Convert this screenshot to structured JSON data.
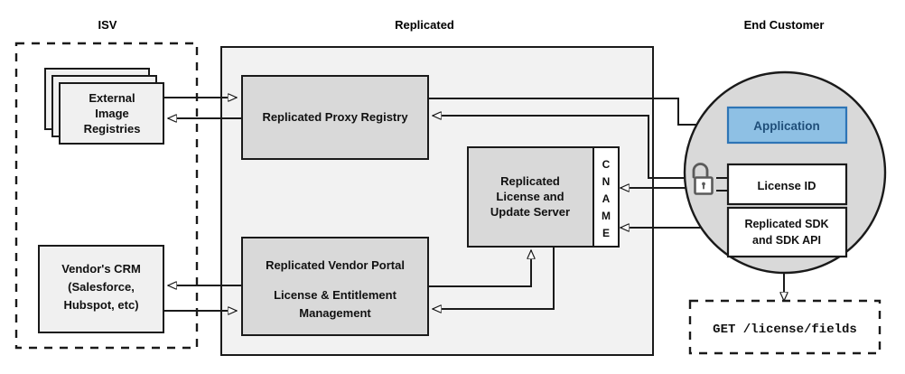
{
  "colors": {
    "panel_fill": "#f2f2f2",
    "box_fill": "#d9d9d9",
    "light_box_fill": "#f0f0f0",
    "white_fill": "#ffffff",
    "circle_fill": "#d9d9d9",
    "app_fill": "#8ec0e4",
    "app_stroke": "#2E75B6",
    "app_text": "#1F4E79",
    "line": "#1a1a1a",
    "lock": "#5a5a5a"
  },
  "zones": {
    "isv": {
      "title": "ISV"
    },
    "replicated": {
      "title": "Replicated"
    },
    "end_customer": {
      "title": "End Customer"
    }
  },
  "nodes": {
    "external_registries": {
      "lines": [
        "External",
        "Image",
        "Registries"
      ]
    },
    "vendor_crm": {
      "lines": [
        "Vendor's CRM",
        "(Salesforce,",
        "Hubspot, etc)"
      ]
    },
    "proxy_registry": {
      "lines": [
        "Replicated Proxy Registry"
      ]
    },
    "license_server": {
      "lines": [
        "Replicated",
        "License and",
        "Update Server"
      ]
    },
    "cname": {
      "label": "CNAME",
      "letters": [
        "C",
        "N",
        "A",
        "M",
        "E"
      ]
    },
    "vendor_portal": {
      "lines": [
        "Replicated Vendor Portal",
        "License & Entitlement",
        "Management"
      ]
    },
    "application": {
      "label": "Application"
    },
    "license_id": {
      "label": "License ID"
    },
    "sdk": {
      "lines": [
        "Replicated SDK",
        "and SDK API"
      ]
    },
    "api_call": {
      "label": "GET /license/fields"
    },
    "padlock": {
      "name": "unlocked-padlock"
    }
  }
}
